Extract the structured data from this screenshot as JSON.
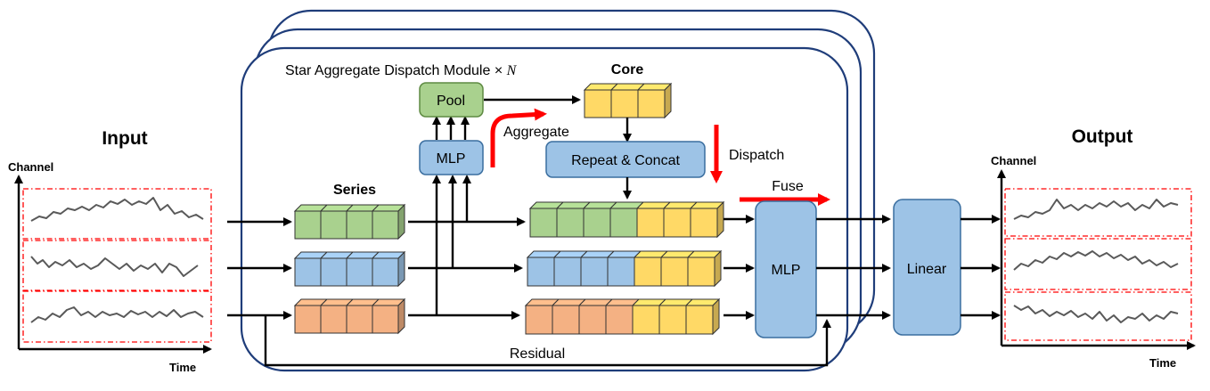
{
  "input": {
    "title": "Input",
    "y_axis": "Channel",
    "x_axis": "Time"
  },
  "output": {
    "title": "Output",
    "y_axis": "Channel",
    "x_axis": "Time"
  },
  "module": {
    "title": "Star Aggregate Dispatch Module",
    "times": "×",
    "n": "N"
  },
  "labels": {
    "series": "Series",
    "core": "Core",
    "pool": "Pool",
    "mlp_small": "MLP",
    "repeat_concat": "Repeat & Concat",
    "mlp_big": "MLP",
    "linear": "Linear",
    "aggregate": "Aggregate",
    "dispatch": "Dispatch",
    "fuse": "Fuse",
    "residual": "Residual"
  },
  "colors": {
    "green": "#a9d18e",
    "blue": "#9dc3e6",
    "orange": "#f4b183",
    "yellow": "#ffd966",
    "red": "#ff0000",
    "module_border": "#1f3d7a"
  }
}
